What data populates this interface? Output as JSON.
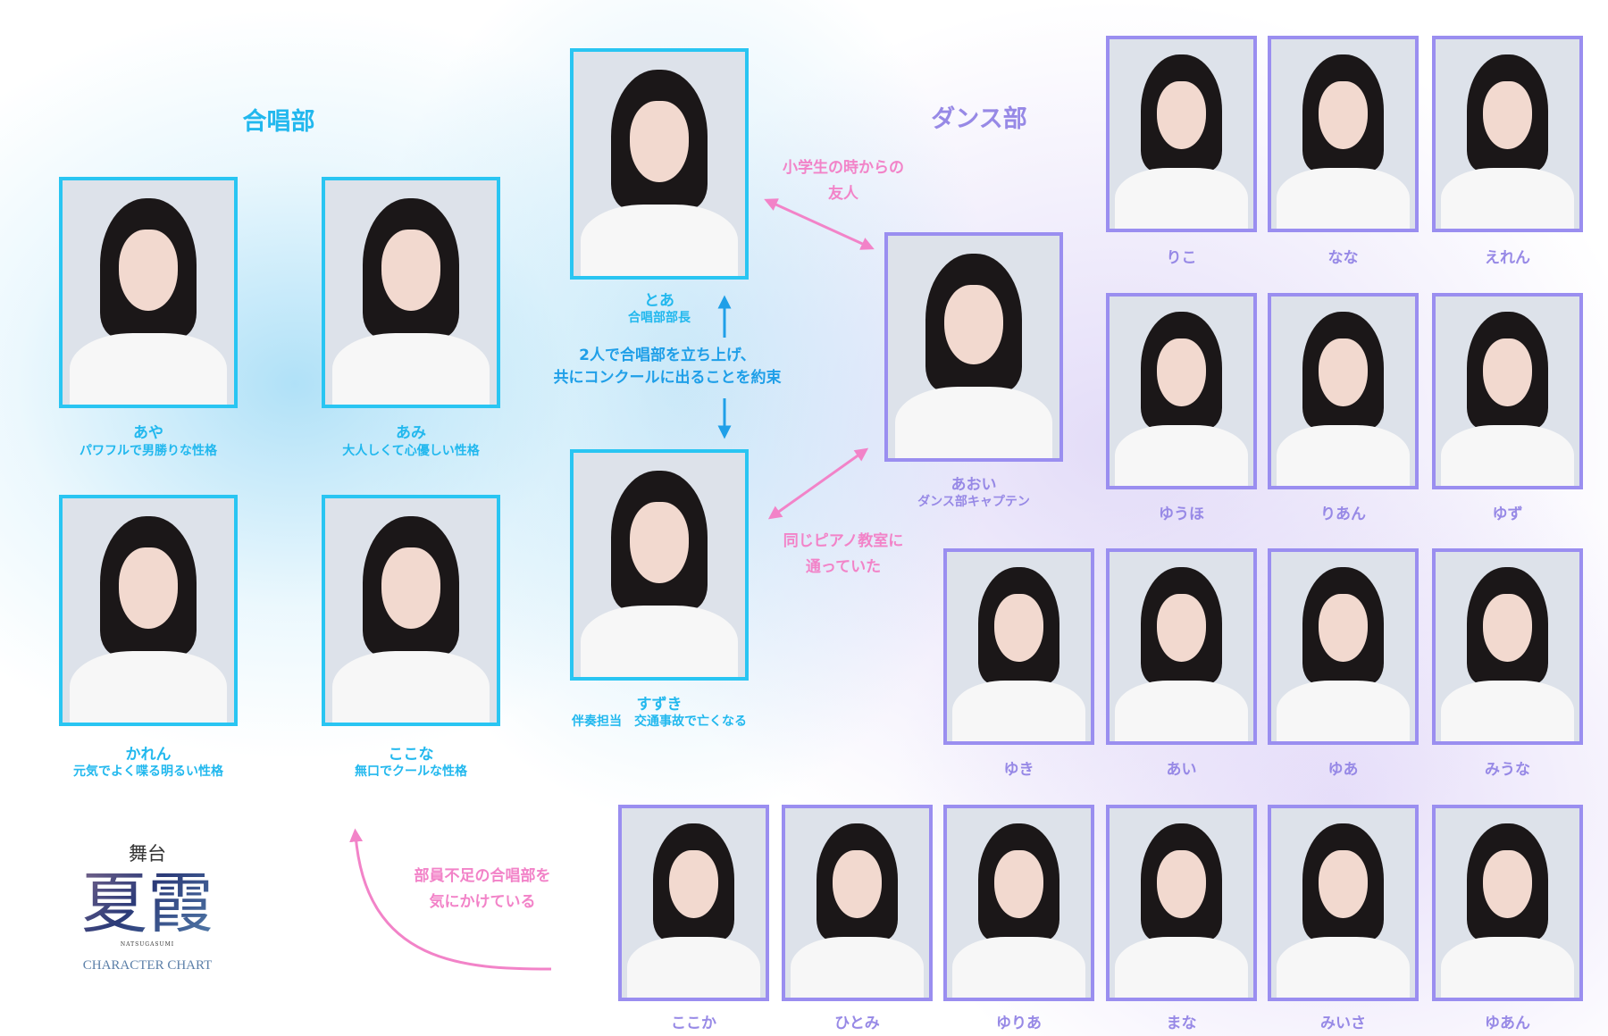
{
  "colors": {
    "choir": "#29c5f2",
    "dance": "#9a8ef0",
    "relation_pink": "#f283c8",
    "relation_blue": "#1f9fe8"
  },
  "choir": {
    "title": "合唱部",
    "members": [
      {
        "name": "あや",
        "desc": "パワフルで男勝りな性格"
      },
      {
        "name": "あみ",
        "desc": "大人しくて心優しい性格"
      },
      {
        "name": "かれん",
        "desc": "元気でよく喋る明るい性格"
      },
      {
        "name": "ここな",
        "desc": "無口でクールな性格"
      },
      {
        "name": "とあ",
        "desc": "合唱部部長"
      },
      {
        "name": "すずき",
        "desc": "伴奏担当　交通事故で亡くなる"
      }
    ]
  },
  "dance": {
    "title": "ダンス部",
    "captain": {
      "name": "あおい",
      "desc": "ダンス部キャプテン"
    },
    "members": [
      "りこ",
      "なな",
      "えれん",
      "ゆうほ",
      "りあん",
      "ゆず",
      "ゆき",
      "あい",
      "ゆあ",
      "みうな",
      "ここか",
      "ひとみ",
      "ゆりあ",
      "まな",
      "みいさ",
      "ゆあん"
    ]
  },
  "relations": {
    "toa_suzuki": [
      "2人で合唱部を立ち上げ、",
      "共にコンクールに出ることを約束"
    ],
    "toa_aoi": [
      "小学生の時からの",
      "友人"
    ],
    "suzuki_aoi": [
      "同じピアノ教室に",
      "通っていた"
    ],
    "dance_choir": [
      "部員不足の合唱部を",
      "気にかけている"
    ]
  },
  "logo": {
    "prefix": "舞台",
    "title": "夏霞",
    "romaji": "NATSUGASUMI",
    "subtitle": "CHARACTER CHART"
  }
}
